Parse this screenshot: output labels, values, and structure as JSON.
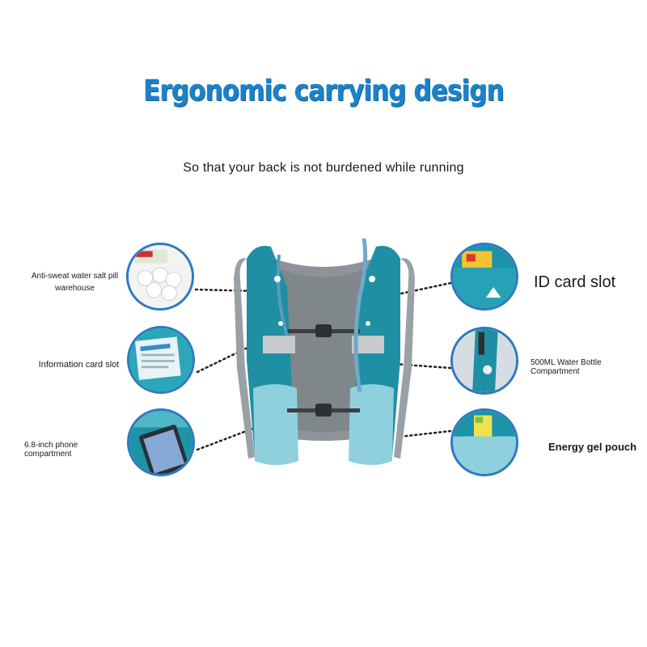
{
  "header": {
    "title": "Ergonomic carrying design",
    "subtitle": "So that your back is not burdened while running"
  },
  "features": {
    "salt_pill": "Anti-sweat water salt pill warehouse",
    "info_card": "Information card slot",
    "phone": "6.8-inch phone compartment",
    "id_card": "ID card slot",
    "bottle": "500ML Water Bottle Compartment",
    "gel": "Energy gel pouch"
  },
  "colors": {
    "title": "#1a82c8",
    "circle_border": "#2f79c2",
    "vest_teal": "#1f8fa3",
    "vest_gray": "#9aa1a6"
  }
}
